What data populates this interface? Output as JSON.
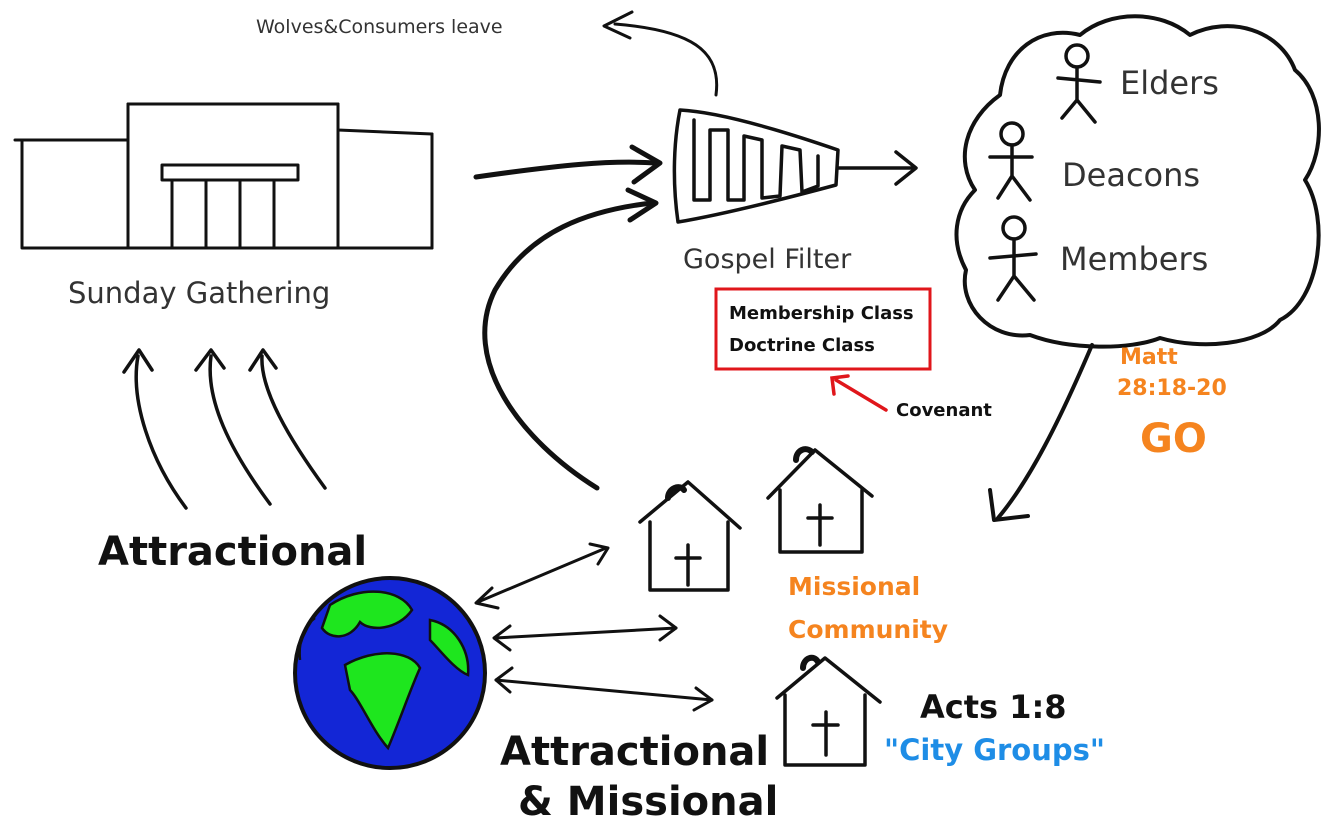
{
  "labels": {
    "wolves_leave": "Wolves&Consumers leave",
    "sunday_gathering": "Sunday Gathering",
    "gospel_filter": "Gospel Filter",
    "elders": "Elders",
    "deacons": "Deacons",
    "members": "Members",
    "membership_class": "Membership Class",
    "doctrine_class": "Doctrine Class",
    "covenant": "Covenant",
    "matt": "Matt",
    "matt_ref": "28:18-20",
    "go": "GO",
    "attractional": "Attractional",
    "missional_community_1": "Missional",
    "missional_community_2": "Community",
    "acts": "Acts 1:8",
    "city_groups": "\"City Groups\"",
    "attractional_missional_1": "Attractional",
    "attractional_missional_2": "& Missional"
  },
  "colors": {
    "ink": "#111111",
    "orange": "#f5841f",
    "blue": "#1e8de6",
    "red": "#e0161b",
    "globe_blue": "#1326d6",
    "globe_green": "#1ee61e"
  },
  "icons": [
    "church-building-icon",
    "gospel-filter-funnel-icon",
    "stick-figure-icon",
    "cloud-icon",
    "house-icon",
    "globe-icon",
    "arrow-icon"
  ]
}
